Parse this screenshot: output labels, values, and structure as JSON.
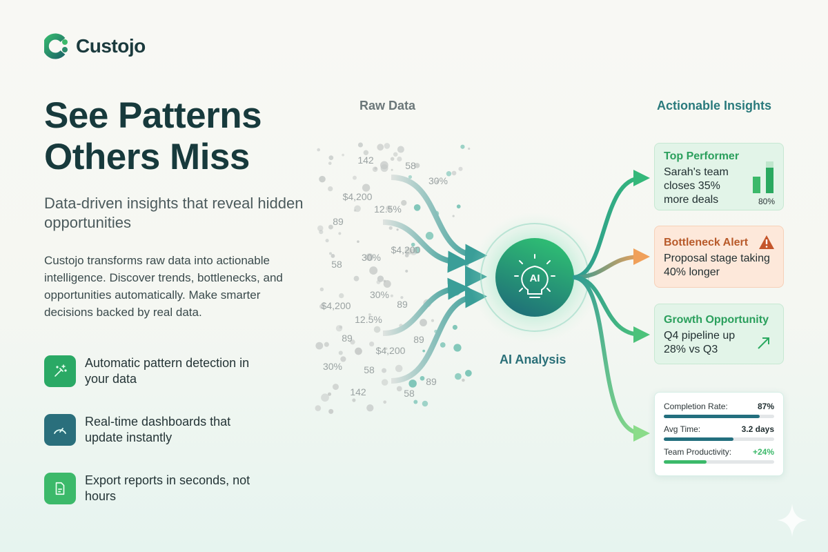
{
  "brand": {
    "name": "Custojo",
    "accent": "#2aa36b",
    "dark": "#173a3c"
  },
  "hero": {
    "headline_line1": "See Patterns",
    "headline_line2": "Others Miss",
    "subtitle": "Data-driven insights that reveal hidden opportunities",
    "body": "Custojo transforms raw data into actionable intelligence. Discover trends, bottlenecks, and opportunities automatically. Make smarter decisions backed by real data."
  },
  "features": [
    {
      "icon": "magic-wand-icon",
      "text": "Automatic pattern detection in your data",
      "color": "#2aa965"
    },
    {
      "icon": "speedometer-icon",
      "text": "Real-time dashboards that update instantly",
      "color": "#2a6f7c"
    },
    {
      "icon": "document-icon",
      "text": "Export reports in seconds, not hours",
      "color": "#3cb96a"
    }
  ],
  "diagram": {
    "raw_title": "Raw Data",
    "center_icon_text": "AI",
    "center_label": "AI Analysis",
    "insights_title": "Actionable Insights",
    "raw_values": [
      "142",
      "58",
      "30%",
      "$4,200",
      "12.5%",
      "89",
      "$4,200",
      "30%",
      "58",
      "30%",
      "$4,200",
      "89",
      "12.5%",
      "89",
      "89",
      "$4,200",
      "30%",
      "58",
      "89",
      "142",
      "58"
    ]
  },
  "cards": {
    "top_performer": {
      "title": "Top Performer",
      "text": "Sarah's team closes 35% more deals",
      "chart_value": "80%",
      "bar_fraction": 0.8
    },
    "bottleneck": {
      "title": "Bottleneck Alert",
      "text": "Proposal stage taking 40% longer"
    },
    "growth": {
      "title": "Growth Opportunity",
      "text": "Q4 pipeline up 28% vs Q3"
    },
    "metrics": [
      {
        "label": "Completion Rate:",
        "value": "87%",
        "fraction": 0.87,
        "color": "#236f7e"
      },
      {
        "label": "Avg Time:",
        "value": "3.2 days",
        "fraction": 0.63,
        "color": "#236f7e"
      },
      {
        "label": "Team Productivity:",
        "value": "+24%",
        "fraction": 0.39,
        "color": "#3cb96a"
      }
    ]
  }
}
